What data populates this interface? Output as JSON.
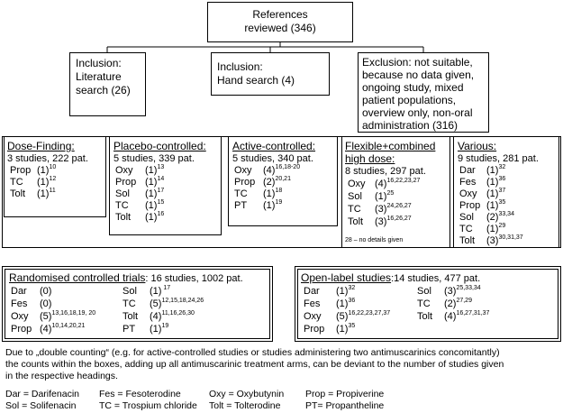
{
  "references": {
    "line1": "References",
    "line2": "reviewed (346)"
  },
  "inclusion_literature": {
    "lines": [
      "Inclusion:",
      "Literature",
      "search (26)"
    ]
  },
  "inclusion_hand": {
    "lines": [
      "Inclusion:",
      "Hand search (4)"
    ]
  },
  "exclusion": {
    "lines": [
      "Exclusion: not suitable,",
      "because no data given,",
      "ongoing study, mixed",
      "patient populations,",
      "overview only, non-oral",
      "administration (316)"
    ]
  },
  "categories": [
    {
      "title": "Dose-Finding:",
      "subtitle": "3 studies, 222 pat.",
      "rows": [
        {
          "abbr": "Prop",
          "count": "(1)",
          "refs": "10"
        },
        {
          "abbr": "TC",
          "count": "(1)",
          "refs": "12"
        },
        {
          "abbr": "Tolt",
          "count": "(1)",
          "refs": "11"
        }
      ]
    },
    {
      "title": "Placebo-controlled:",
      "subtitle": "5 studies, 339 pat.",
      "rows": [
        {
          "abbr": "Oxy",
          "count": "(1)",
          "refs": "13"
        },
        {
          "abbr": "Prop",
          "count": "(1)",
          "refs": "14"
        },
        {
          "abbr": "Sol",
          "count": "(1)",
          "refs": "17"
        },
        {
          "abbr": "TC",
          "count": "(1)",
          "refs": "15"
        },
        {
          "abbr": "Tolt",
          "count": "(1)",
          "refs": "16"
        }
      ]
    },
    {
      "title": "Active-controlled:",
      "subtitle": "5 studies, 340 pat.",
      "rows": [
        {
          "abbr": "Oxy",
          "count": "(4)",
          "refs": "16,18-20"
        },
        {
          "abbr": "Prop",
          "count": "(2)",
          "refs": "20,21"
        },
        {
          "abbr": "TC",
          "count": "(1)",
          "refs": "18"
        },
        {
          "abbr": "PT",
          "count": "(1)",
          "refs": "19"
        }
      ]
    },
    {
      "title_line1": "Flexible+combined",
      "title_line2": "high dose:",
      "subtitle": "8 studies, 297 pat.",
      "rows": [
        {
          "abbr": "Oxy",
          "count": "(4)",
          "refs": "16,22,23,27"
        },
        {
          "abbr": "Sol",
          "count": "(1)",
          "refs": "25"
        },
        {
          "abbr": "TC",
          "count": "(3)",
          "refs": "24,26,27"
        },
        {
          "abbr": "Tolt",
          "count": "(3)",
          "refs": "16,26,27"
        }
      ],
      "note": "28 – no details given"
    },
    {
      "title": "Various:",
      "subtitle": "9 studies, 281 pat.",
      "rows": [
        {
          "abbr": "Dar",
          "count": "(1)",
          "refs": "32"
        },
        {
          "abbr": "Fes",
          "count": "(1)",
          "refs": "36"
        },
        {
          "abbr": "Oxy",
          "count": "(1)",
          "refs": "37"
        },
        {
          "abbr": "Prop",
          "count": "(1)",
          "refs": "35"
        },
        {
          "abbr": "Sol",
          "count": "(2)",
          "refs": "33,34"
        },
        {
          "abbr": "TC",
          "count": "(1)",
          "refs": "29"
        },
        {
          "abbr": "Tolt",
          "count": "(3)",
          "refs": "30,31,37"
        }
      ]
    }
  ],
  "rct": {
    "title": "Randomised controlled trials",
    "subtitle": ": 16 studies, 1002 pat.",
    "left_rows": [
      {
        "abbr": "Dar",
        "count": "(0)",
        "refs": ""
      },
      {
        "abbr": "Fes",
        "count": "(0)",
        "refs": ""
      },
      {
        "abbr": "Oxy",
        "count": "(5)",
        "refs": "13,16,18,19, 20"
      },
      {
        "abbr": "Prop",
        "count": "(4)",
        "refs": "10,14,20,21"
      }
    ],
    "right_rows": [
      {
        "abbr": "Sol",
        "count": "(1)",
        "refs": " 17"
      },
      {
        "abbr": "TC",
        "count": "(5)",
        "refs": "12,15,18,24,26"
      },
      {
        "abbr": "Tolt",
        "count": "(4)",
        "refs": "11,16,26,30"
      },
      {
        "abbr": "PT",
        "count": "(1)",
        "refs": "19"
      }
    ]
  },
  "open_label": {
    "title": "Open-label studies",
    "subtitle": ":14 studies, 477 pat.",
    "left_rows": [
      {
        "abbr": "Dar",
        "count": "(1)",
        "refs": "32"
      },
      {
        "abbr": "Fes",
        "count": "(1)",
        "refs": "36"
      },
      {
        "abbr": "Oxy",
        "count": "(5)",
        "refs": "16,22,23,27,37"
      },
      {
        "abbr": "Prop",
        "count": "(1)",
        "refs": "35"
      }
    ],
    "right_rows": [
      {
        "abbr": "Sol",
        "count": "(3)",
        "refs": "25,33,34"
      },
      {
        "abbr": "TC",
        "count": "(2)",
        "refs": "27,29"
      },
      {
        "abbr": "Tolt",
        "count": "(4)",
        "refs": "16,27,31,37"
      }
    ]
  },
  "footnote": "Due to „double counting“ (e.g. for active-controlled studies or studies administering two antimuscarinics concomitantly) the counts within the boxes, adding up all antimuscarinic treatment arms, can be deviant to the number of studies given in the respective headings.",
  "legend": [
    [
      "Dar = Darifenacin",
      "Fes = Fesoterodine",
      "Oxy = Oxybutynin",
      "Prop = Propiverine"
    ],
    [
      "Sol = Solifenacin",
      "TC = Trospium chloride",
      "Tolt = Tolterodine",
      "PT= Propantheline"
    ]
  ]
}
